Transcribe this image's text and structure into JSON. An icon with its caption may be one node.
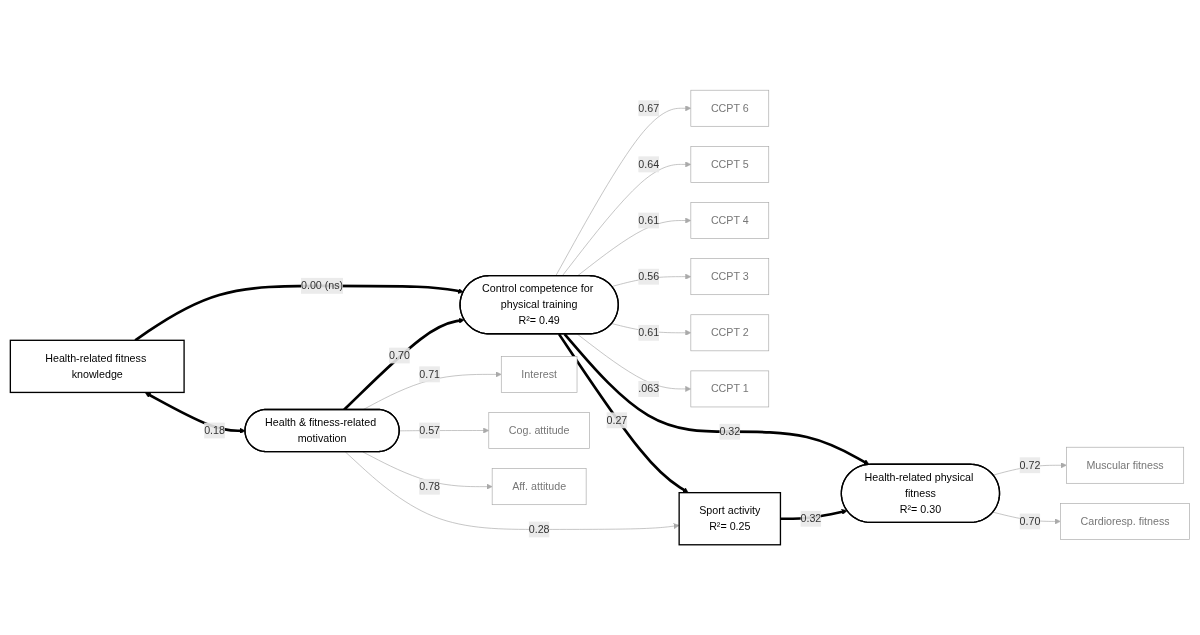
{
  "diagram": {
    "nodes": [
      {
        "text": [
          "CCPT 6"
        ]
      },
      {
        "text": [
          "CCPT 5"
        ]
      },
      {
        "text": [
          "CCPT 4"
        ]
      },
      {
        "text": [
          "CCPT 3"
        ]
      },
      {
        "text": [
          "CCPT 2"
        ]
      },
      {
        "text": [
          "CCPT 1"
        ]
      },
      {
        "text": [
          "Health-related fitness knowledge"
        ]
      },
      {
        "text": [
          "Control competence for physical training",
          "R²= 0.49"
        ]
      },
      {
        "text": [
          "Sport activity",
          "R²= 0.25"
        ]
      },
      {
        "text": [
          "Health-related physical fitness",
          "R²= 0.30"
        ]
      },
      {
        "text": [
          "Health & fitness-related motivation"
        ]
      },
      {
        "text": [
          "Muscular fitness"
        ]
      },
      {
        "text": [
          "Cardioresp. fitness"
        ]
      },
      {
        "text": [
          "Interest"
        ]
      },
      {
        "text": [
          "Cog. attitude"
        ]
      },
      {
        "text": [
          "Aff. attitude"
        ]
      }
    ],
    "edges": [
      {
        "from": 7,
        "to": 0,
        "arrow": "to",
        "label": "0.67"
      },
      {
        "from": 7,
        "to": 1,
        "arrow": "to",
        "label": "0.64"
      },
      {
        "from": 7,
        "to": 2,
        "arrow": "to",
        "label": "0.61"
      },
      {
        "from": 7,
        "to": 3,
        "arrow": "to",
        "label": "0.56"
      },
      {
        "from": 7,
        "to": 4,
        "arrow": "to",
        "label": "0.61"
      },
      {
        "from": 7,
        "to": 5,
        "arrow": "to",
        "label": ".063"
      },
      {
        "from": 6,
        "to": 10,
        "arrow": "both",
        "label": "0.18",
        "style": "thick",
        "color": "#000000"
      },
      {
        "from": 6,
        "to": 7,
        "arrow": "to",
        "label": "0.00 (ns)",
        "style": "thick",
        "color": "#000000"
      },
      {
        "from": 10,
        "to": 7,
        "arrow": "to",
        "label": "0.70",
        "style": "thick",
        "color": "#000000"
      },
      {
        "from": 7,
        "to": 9,
        "arrow": "to",
        "label": "0.32",
        "style": "thick",
        "color": "#000000"
      },
      {
        "from": 7,
        "to": 8,
        "arrow": "to",
        "label": "0.27",
        "style": "thick",
        "color": "#000000"
      },
      {
        "from": 8,
        "to": 9,
        "arrow": "to",
        "label": "0.32",
        "style": "thick",
        "color": "#000000"
      },
      {
        "from": 10,
        "to": 8,
        "arrow": "to",
        "label": "0.28"
      },
      {
        "from": 9,
        "to": 11,
        "arrow": "to",
        "label": "0.72"
      },
      {
        "from": 9,
        "to": 12,
        "arrow": "to",
        "label": "0.70"
      },
      {
        "from": 10,
        "to": 13,
        "arrow": "to",
        "label": "0.71"
      },
      {
        "from": 10,
        "to": 14,
        "arrow": "to",
        "label": "0.57"
      },
      {
        "from": 10,
        "to": 15,
        "arrow": "to",
        "label": "0.78"
      }
    ]
  }
}
